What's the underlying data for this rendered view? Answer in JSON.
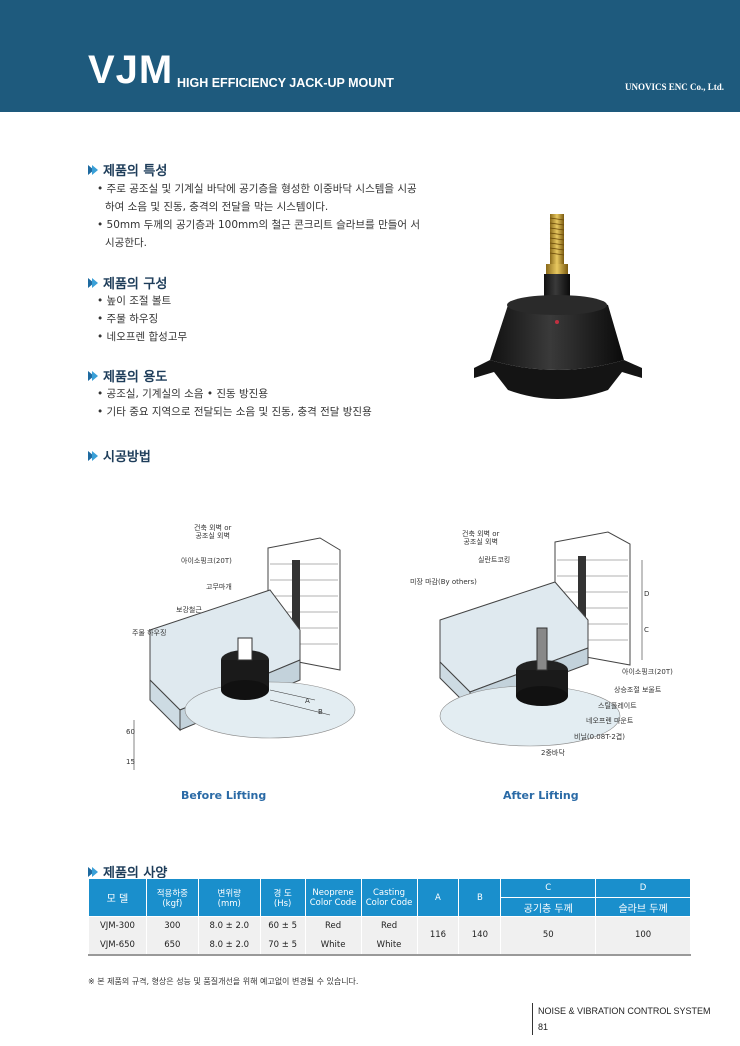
{
  "header": {
    "code": "VJM",
    "subtitle": "HIGH EFFICIENCY JACK-UP MOUNT",
    "company": "UNOVICS ENC Co., Ltd."
  },
  "sections": {
    "features": {
      "title": "제품의 특성",
      "items": [
        "• 주로 공조실 및 기계실 바닥에 공기층을 형성한 이중바닥 시스템을 시공하여 소음 및 진동, 충격의 전달을 막는 시스템이다.",
        "• 50mm 두께의 공기층과 100mm의 철근 콘크리트 슬라브를 만들어 서 시공한다."
      ]
    },
    "composition": {
      "title": "제품의 구성",
      "items": [
        "• 높이 조절 볼트",
        "• 주물 하우징",
        "• 네오프렌 합성고무"
      ]
    },
    "usage": {
      "title": "제품의 용도",
      "items": [
        "• 공조실, 기계실의 소음 • 진동 방진용",
        "• 기타 중요 지역으로 전달되는 소음 및 진동, 충격 전달 방진용"
      ]
    },
    "method": {
      "title": "시공방법"
    },
    "spec": {
      "title": "제품의 사양"
    }
  },
  "diagrams": {
    "before": {
      "caption": "Before Lifting",
      "labels": {
        "wall": "건축 외벽 or\n공조실 외벽",
        "isopink": "아이소핑크(20T)",
        "cap": "고무마개",
        "rebar": "보강철근",
        "housing": "주물 하우징",
        "a": "A",
        "b": "B",
        "h60": "60",
        "h15": "15"
      }
    },
    "after": {
      "caption": "After Lifting",
      "labels": {
        "wall": "건축 외벽 or\n공조실 외벽",
        "sealant": "실란트코킹",
        "finish": "미장 마감(By others)",
        "d": "D",
        "c": "C",
        "isopink": "아이소핑크(20T)",
        "bolt": "상승조절 보울트",
        "plate": "스틸플레이트",
        "mount": "네오프렌 마운트",
        "vinyl": "비닐(0.08T-2겹)",
        "floor": "2중바닥"
      }
    }
  },
  "table": {
    "headers": {
      "model": "모 델",
      "load": "적용하중",
      "load_unit": "(kgf)",
      "defl": "변위량",
      "defl_unit": "(mm)",
      "hard": "경 도",
      "hard_unit": "(Hs)",
      "neo": "Neoprene",
      "neo2": "Color Code",
      "cast": "Casting",
      "cast2": "Color Code",
      "a": "A",
      "b": "B",
      "c": "C",
      "c_sub": "공기층 두께",
      "d": "D",
      "d_sub": "슬라브 두께"
    },
    "rows": [
      {
        "model": "VJM-300",
        "load": "300",
        "defl": "8.0 ± 2.0",
        "hard": "60 ± 5",
        "neo": "Red",
        "cast": "Red"
      },
      {
        "model": "VJM-650",
        "load": "650",
        "defl": "8.0 ± 2.0",
        "hard": "70 ± 5",
        "neo": "White",
        "cast": "White"
      }
    ],
    "shared": {
      "a": "116",
      "b": "140",
      "c": "50",
      "d": "100"
    }
  },
  "note": "※ 본 제품의 규격, 형상은 성능 및 품질개선을 위해 예고없이 변경될 수 있습니다.",
  "footer": {
    "system": "NOISE & VIBRATION CONTROL SYSTEM",
    "page": "81"
  }
}
